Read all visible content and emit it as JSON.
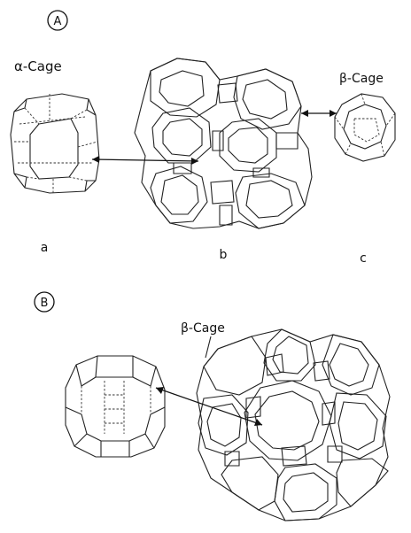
{
  "panel_a": {
    "badge": "A",
    "alpha_cage_label": "α-Cage",
    "beta_cage_label": "β-Cage",
    "sub_a": "a",
    "sub_b": "b",
    "sub_c": "c"
  },
  "panel_b": {
    "badge": "B",
    "beta_cage_label": "β-Cage"
  }
}
